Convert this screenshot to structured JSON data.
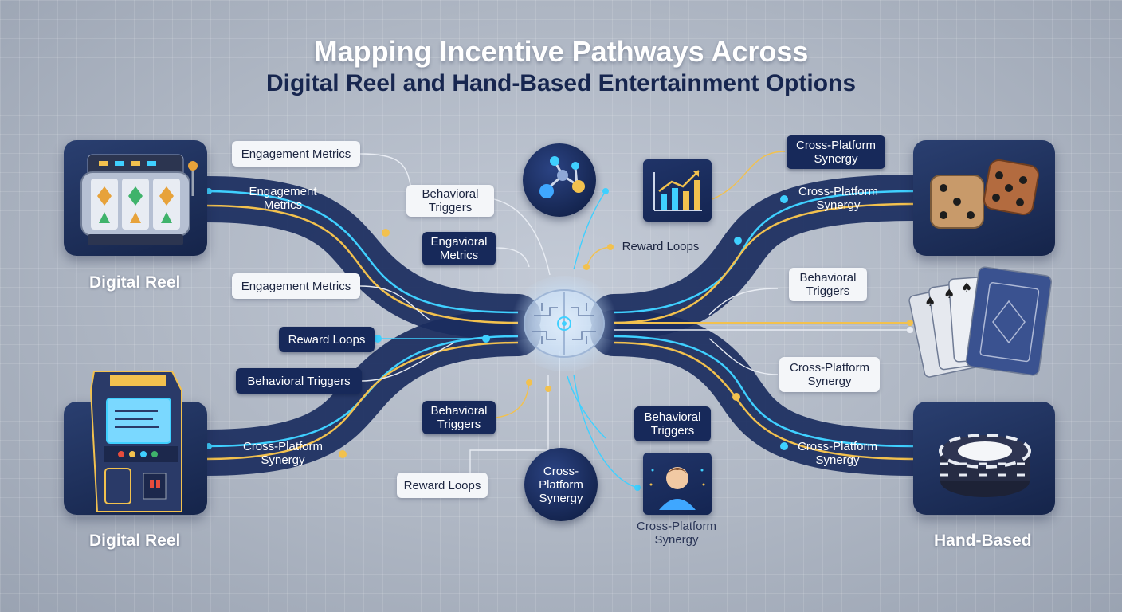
{
  "title": {
    "line1": "Mapping Incentive Pathways Across",
    "line2": "Digital Reel and Hand-Based Entertainment Options"
  },
  "left": {
    "top_label": "Digital Reel",
    "bottom_label": "Digital Reel",
    "top_icon": "slot-machine-icon",
    "bottom_icon": "arcade-cabinet-icon"
  },
  "right": {
    "bottom_label": "Hand-Based",
    "dice_icon": "dice-icon",
    "cards_icon": "playing-cards-icon",
    "chips_icon": "poker-chips-icon"
  },
  "labels": {
    "engagement_metrics_1": "Engagement Metrics",
    "engagement_metrics_pipe": "Engagement Metrics",
    "behavioral_triggers_1": "Behavioral Triggers",
    "engavioral_metrics": "Engavioral Metrics",
    "engagement_metrics_2": "Engagement Metrics",
    "reward_loops_1": "Reward Loops",
    "behavioral_triggers_2": "Behavioral Triggers",
    "cross_platform_pipe_left": "Cross-Platform Synergy",
    "behavioral_triggers_3": "Behavioral Triggers",
    "reward_loops_2": "Reward Loops",
    "cross_platform_circle": "Cross-Platform Synergy",
    "cross_platform_person": "Cross-Platform Synergy",
    "behavioral_triggers_4": "Behavioral Triggers",
    "reward_loops_3": "Reward Loops",
    "cross_platform_top": "Cross-Platform Synergy",
    "cross_platform_pipe_right_top": "Cross-Platform Synergy",
    "behavioral_triggers_right": "Behavioral Triggers",
    "cross_platform_right_mid": "Cross-Platform Synergy",
    "cross_platform_pipe_right_bottom": "Cross-Platform Synergy"
  },
  "center": {
    "hub_icon": "brain-circuit-icon",
    "molecule_icon": "molecule-network-icon",
    "chart_icon": "growth-chart-icon",
    "person_icon": "person-avatar-icon"
  },
  "colors": {
    "navy": "#17295a",
    "cyan": "#3fd0ff",
    "gold": "#f2c14e",
    "white_label": "#f4f6f9"
  }
}
